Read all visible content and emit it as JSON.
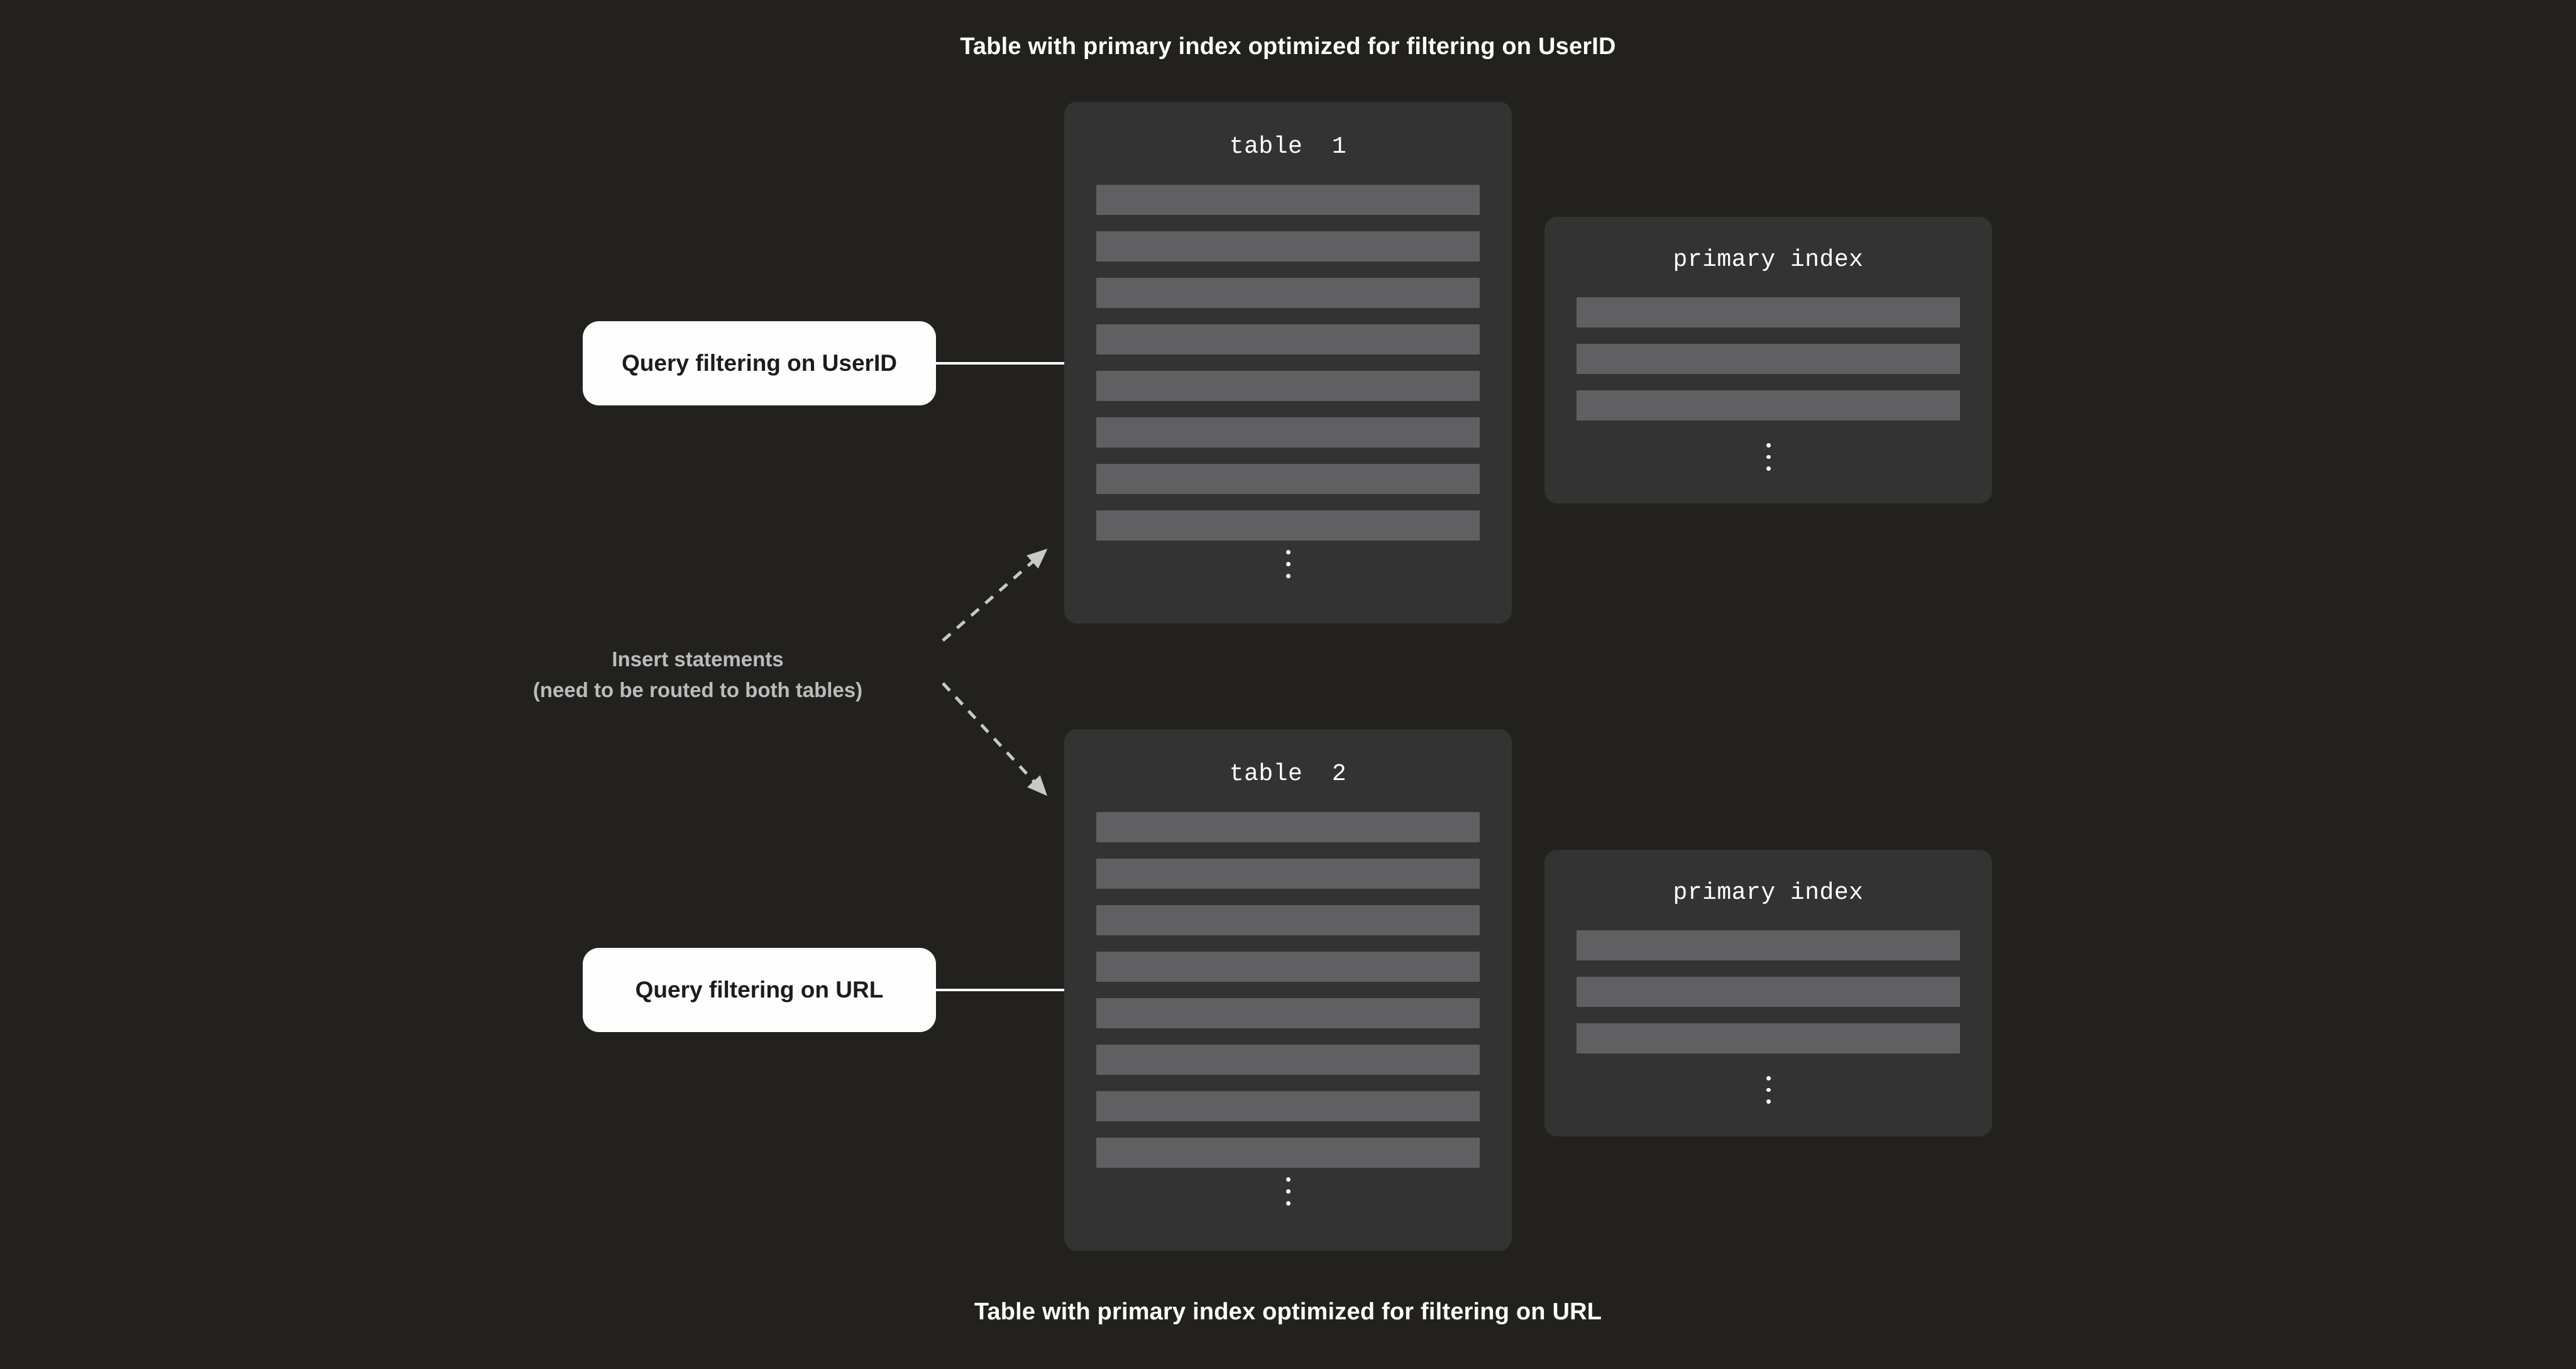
{
  "captions": {
    "top": "Table with primary index optimized for filtering on UserID",
    "bottom": "Table with primary index optimized for filtering on URL"
  },
  "tables": [
    {
      "title": "table  1",
      "row_count": 8,
      "has_ellipsis": true,
      "ellipsis": "⋮",
      "index": {
        "title": "primary index",
        "row_count": 3,
        "has_ellipsis": true,
        "ellipsis": "⋮"
      }
    },
    {
      "title": "table  2",
      "row_count": 8,
      "has_ellipsis": true,
      "ellipsis": "⋮",
      "index": {
        "title": "primary index",
        "row_count": 3,
        "has_ellipsis": true,
        "ellipsis": "⋮"
      }
    }
  ],
  "queries": [
    {
      "label": "Query filtering on UserID"
    },
    {
      "label": "Query filtering on URL"
    }
  ],
  "insert_label": {
    "line1": "Insert statements",
    "line2": "(need to be routed to both tables)"
  },
  "colors": {
    "background": "#22211e",
    "card": "#333334",
    "row": "#606062",
    "query_box": "#fdfdfd",
    "query_text": "#1c1c1c",
    "caption_text": "#ffffff",
    "insert_text": "#b9bcbe",
    "solid_arrow": "#ffffff",
    "dashed_arrow": "#c6c8ca"
  }
}
